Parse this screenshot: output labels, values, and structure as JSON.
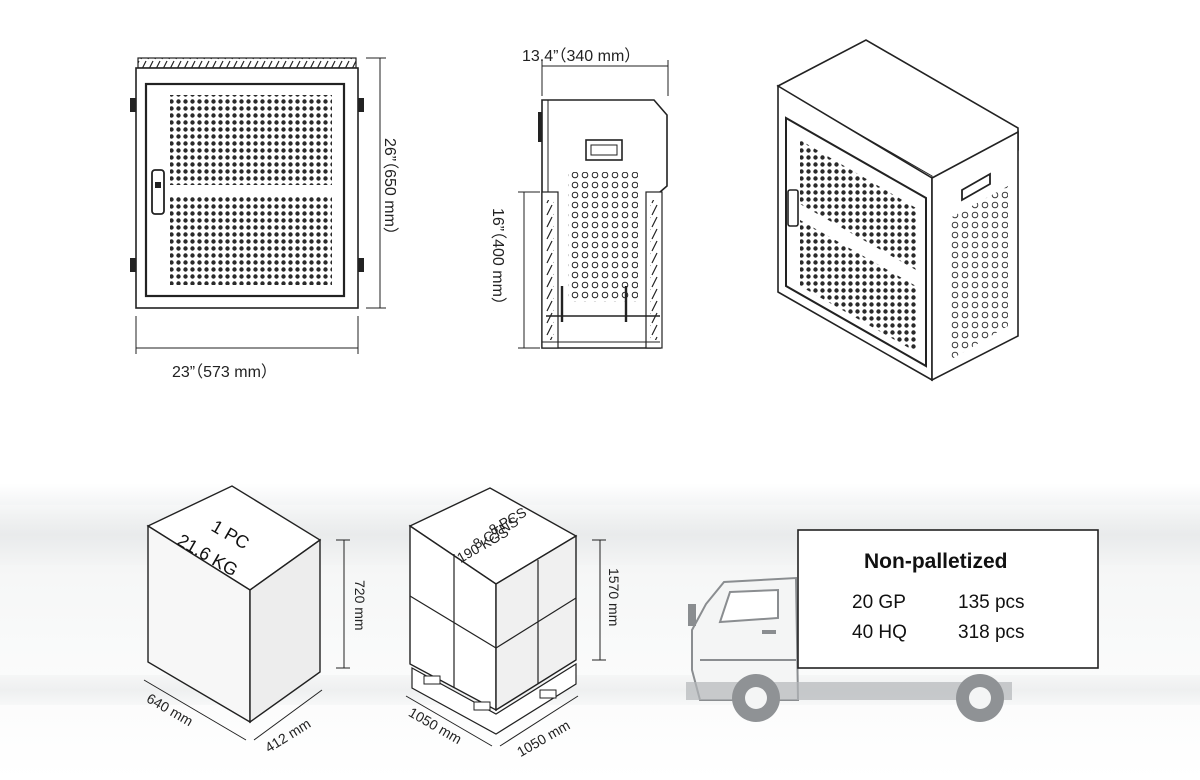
{
  "front_view": {
    "width_label": "23”（573 mm）",
    "height_label": "26”（650 mm）"
  },
  "side_view": {
    "depth_label": "13.4”（340 mm）",
    "inner_height_label": "16”（400 mm）"
  },
  "single_carton": {
    "line1": "1 PC",
    "line2": "21.6 KG",
    "height_label": "720 mm",
    "width_label": "640 mm",
    "depth_label": "412 mm"
  },
  "pallet": {
    "line1": "8 PCS",
    "line2": "8 CTNS",
    "line3": "190 KGS",
    "height_label": "1570 mm",
    "width_label": "1050 mm",
    "depth_label": "1050 mm"
  },
  "shipping": {
    "title": "Non-palletized",
    "rows": [
      {
        "container": "20 GP",
        "qty": "135 pcs"
      },
      {
        "container": "40 HQ",
        "qty": "318 pcs"
      }
    ]
  },
  "colors": {
    "line": "#222222",
    "truck": "#8a8d90",
    "background": "#ffffff"
  }
}
